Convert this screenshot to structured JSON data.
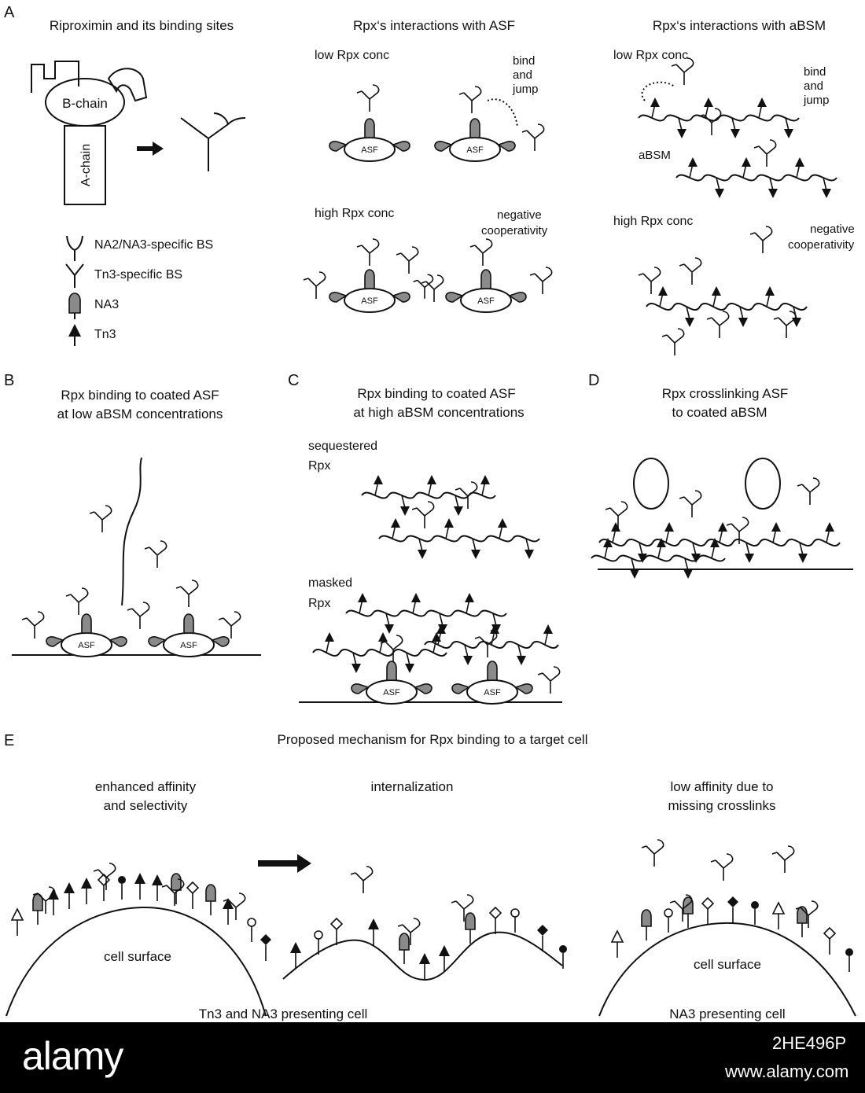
{
  "panels": {
    "A": {
      "letter": "A",
      "titles": [
        "Riproximin and its binding sites",
        "Rpx‘s interactions with ASF",
        "Rpx‘s interactions with aBSM"
      ],
      "b_chain": "B-chain",
      "a_chain": "A-chain",
      "legend": [
        "NA2/NA3-specific BS",
        "Tn3-specific BS",
        "NA3",
        "Tn3"
      ],
      "low_conc": "low Rpx conc",
      "high_conc": "high Rpx conc",
      "bind_jump": [
        "bind",
        "and",
        "jump"
      ],
      "neg_coop": [
        "negative",
        "cooperativity"
      ],
      "absm": "aBSM"
    },
    "B": {
      "letter": "B",
      "title": [
        "Rpx binding to coated ASF",
        "at low aBSM concentrations"
      ]
    },
    "C": {
      "letter": "C",
      "title": [
        "Rpx binding to coated ASF",
        "at high aBSM concentrations"
      ],
      "sequestered": [
        "sequestered",
        "Rpx"
      ],
      "masked": [
        "masked",
        "Rpx"
      ]
    },
    "D": {
      "letter": "D",
      "title": [
        "Rpx crosslinking  ASF",
        "to coated aBSM"
      ]
    },
    "E": {
      "letter": "E",
      "title": "Proposed mechanism for Rpx binding to a target cell",
      "left_head": [
        "enhanced affinity",
        "and selectivity"
      ],
      "mid_head": "internalization",
      "right_head": [
        "low affinity due to",
        "missing crosslinks"
      ],
      "cell_surface": "cell surface",
      "left_caption": "Tn3 and NA3 presenting cell",
      "right_caption": "NA3 presenting cell"
    },
    "asf_label": "ASF"
  },
  "footer": {
    "logo": "alamy",
    "code": "2HE496P",
    "url": "www.alamy.com"
  }
}
